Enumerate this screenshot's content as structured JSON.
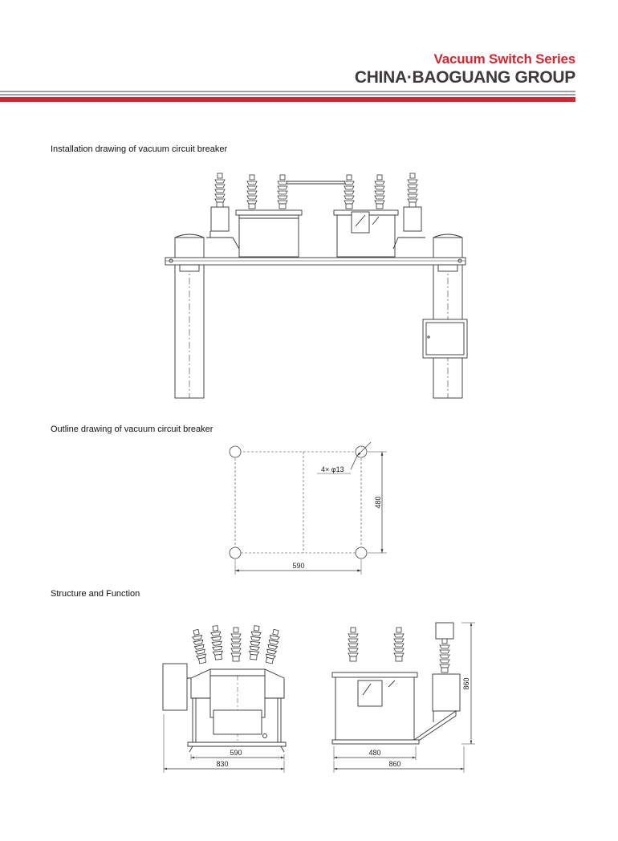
{
  "header": {
    "series": "Vacuum Switch Series",
    "company": "CHINA·BAOGUANG GROUP"
  },
  "sections": {
    "installation": "Installation drawing of vacuum circuit breaker",
    "outline": "Outline drawing of vacuum circuit breaker",
    "structure": "Structure and Function"
  },
  "outline_dims": {
    "holes": "4× φ13",
    "height": "480",
    "width": "590"
  },
  "structure_dims": {
    "front_inner": "590",
    "front_outer": "830",
    "side_inner": "480",
    "side_outer": "860",
    "side_height": "860"
  }
}
